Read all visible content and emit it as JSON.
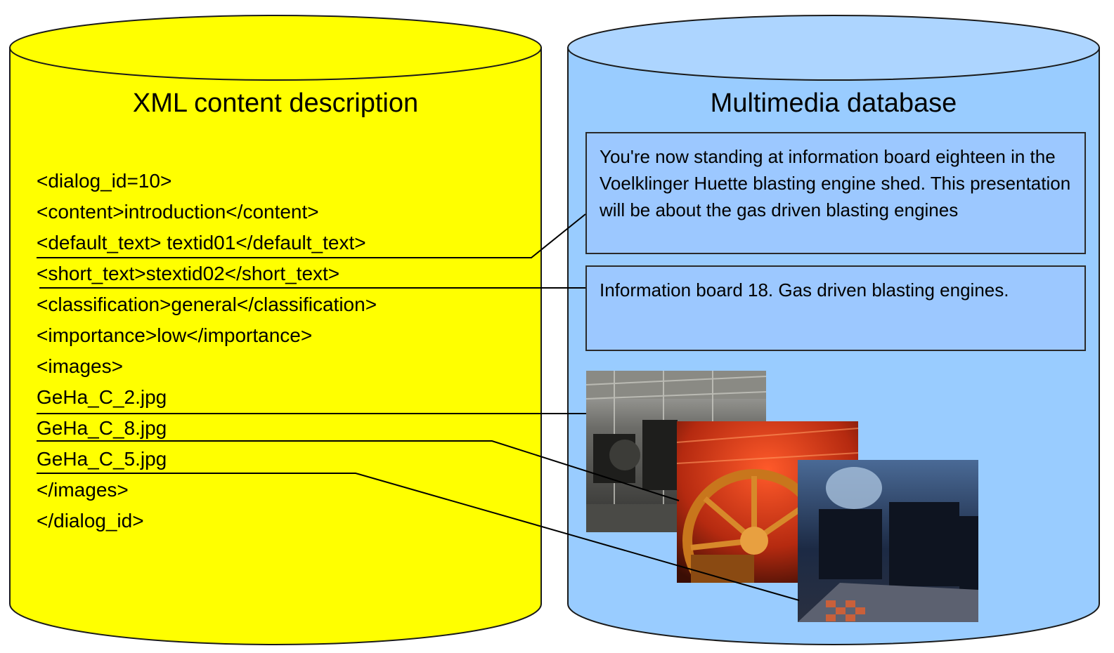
{
  "xml_cylinder": {
    "title": "XML content description",
    "lines": [
      "<dialog_id=10>",
      "<content>introduction</content>",
      "<default_text> textid01</default_text>",
      "<short_text>stextid02</short_text>",
      "<classification>general</classification>",
      "<importance>low</importance>",
      "<images>",
      "GeHa_C_2.jpg",
      "GeHa_C_8.jpg",
      "GeHa_C_5.jpg",
      "</images>",
      "</dialog_id>"
    ],
    "color": "#ffff00"
  },
  "media_cylinder": {
    "title": "Multimedia database",
    "default_text": "You're now standing at information board eighteen in the Voelklinger Huette blasting engine shed. This presentation will be about the gas driven blasting engines",
    "short_text": "Information board 18. Gas driven blasting engines.",
    "color": "#99ccff",
    "images": [
      "grayscale-engine-hall-photo",
      "red-flywheel-photo",
      "blue-engine-hall-photo"
    ]
  }
}
